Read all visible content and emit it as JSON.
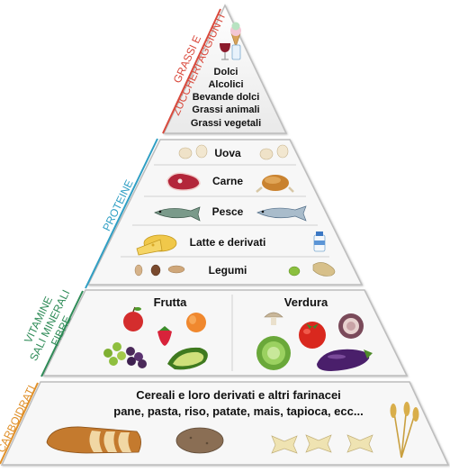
{
  "sections": {
    "grassi": {
      "side_label_lines": [
        "GRASSI E",
        "ZUCCHERI AGGIUNTI"
      ],
      "side_label_color": "#d94a3d",
      "items": [
        "Dolci",
        "Alcolici",
        "Bevande dolci",
        "Grassi animali",
        "Grassi vegetali"
      ]
    },
    "proteine": {
      "side_label": "PROTEINE",
      "side_label_color": "#2f9fc4",
      "rows": [
        "Uova",
        "Carne",
        "Pesce",
        "Latte e derivati",
        "Legumi"
      ]
    },
    "vitamine": {
      "side_label_lines": [
        "VITAMINE",
        "SALI MINERALI",
        "FIBRE"
      ],
      "side_label_color": "#2e8b57",
      "columns": [
        "Frutta",
        "Verdura"
      ]
    },
    "carboidrati": {
      "side_label": "CARBOIDRATI",
      "side_label_color": "#e0902a",
      "title_line1": "Cereali e loro derivati e altri farinacei",
      "title_line2": "pane, pasta, riso, patate, mais, tapioca, ecc..."
    }
  },
  "icons": [
    "ice-cream-icon",
    "wine-glass-icon",
    "egg-icon",
    "meat-icon",
    "chicken-icon",
    "fish-icon",
    "cheese-icon",
    "milk-bottle-icon",
    "beans-icon",
    "apple-icon",
    "peach-icon",
    "strawberry-icon",
    "grapes-icon",
    "avocado-icon",
    "mushroom-icon",
    "tomato-icon",
    "onion-icon",
    "cabbage-icon",
    "eggplant-icon",
    "bread-icon",
    "potato-icon",
    "pasta-icon",
    "wheat-icon"
  ]
}
